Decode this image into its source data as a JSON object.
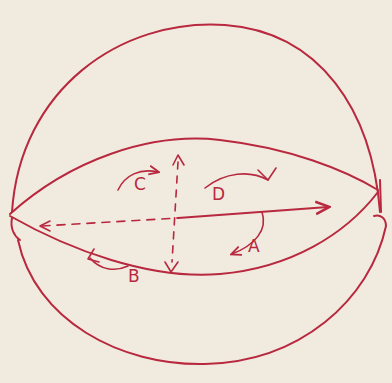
{
  "diagram": {
    "labels": [
      "C",
      "D",
      "A",
      "B"
    ]
  }
}
